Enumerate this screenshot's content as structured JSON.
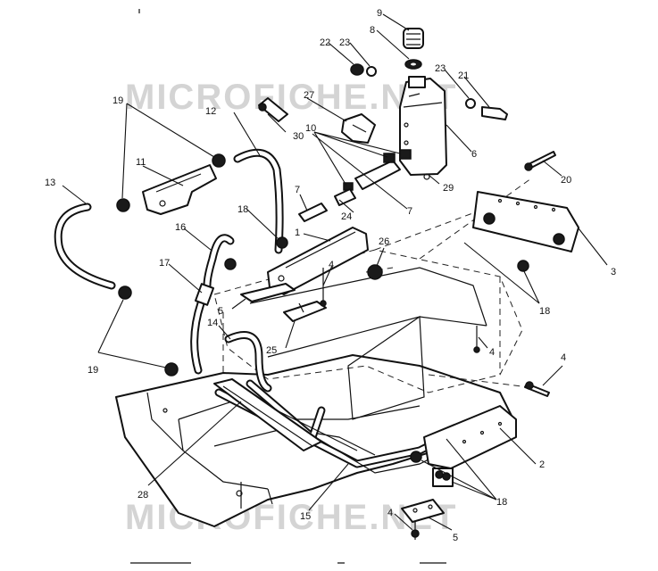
{
  "watermark": {
    "top_text": "MICROFICHE.NET",
    "bottom_text": "MICROFICHE.NET"
  },
  "callouts": {
    "c1": "1",
    "c2": "2",
    "c3": "3",
    "c4a": "4",
    "c4b": "4",
    "c4c": "4",
    "c4d": "4",
    "c5a": "5",
    "c5b": "5",
    "c6": "6",
    "c7a": "7",
    "c7b": "7",
    "c8": "8",
    "c9": "9",
    "c10": "10",
    "c11": "11",
    "c12": "12",
    "c13": "13",
    "c14": "14",
    "c15": "15",
    "c16": "16",
    "c17": "17",
    "c18a": "18",
    "c18b": "18",
    "c18c": "18",
    "c19a": "19",
    "c19b": "19",
    "c20": "20",
    "c21": "21",
    "c22": "22",
    "c23a": "23",
    "c23b": "23",
    "c24": "24",
    "c25": "25",
    "c26": "26",
    "c27": "27",
    "c28": "28",
    "c29": "29",
    "c30": "30"
  },
  "colors": {
    "ink": "#111111",
    "watermark": "#d4d4d4",
    "paper": "#ffffff"
  }
}
